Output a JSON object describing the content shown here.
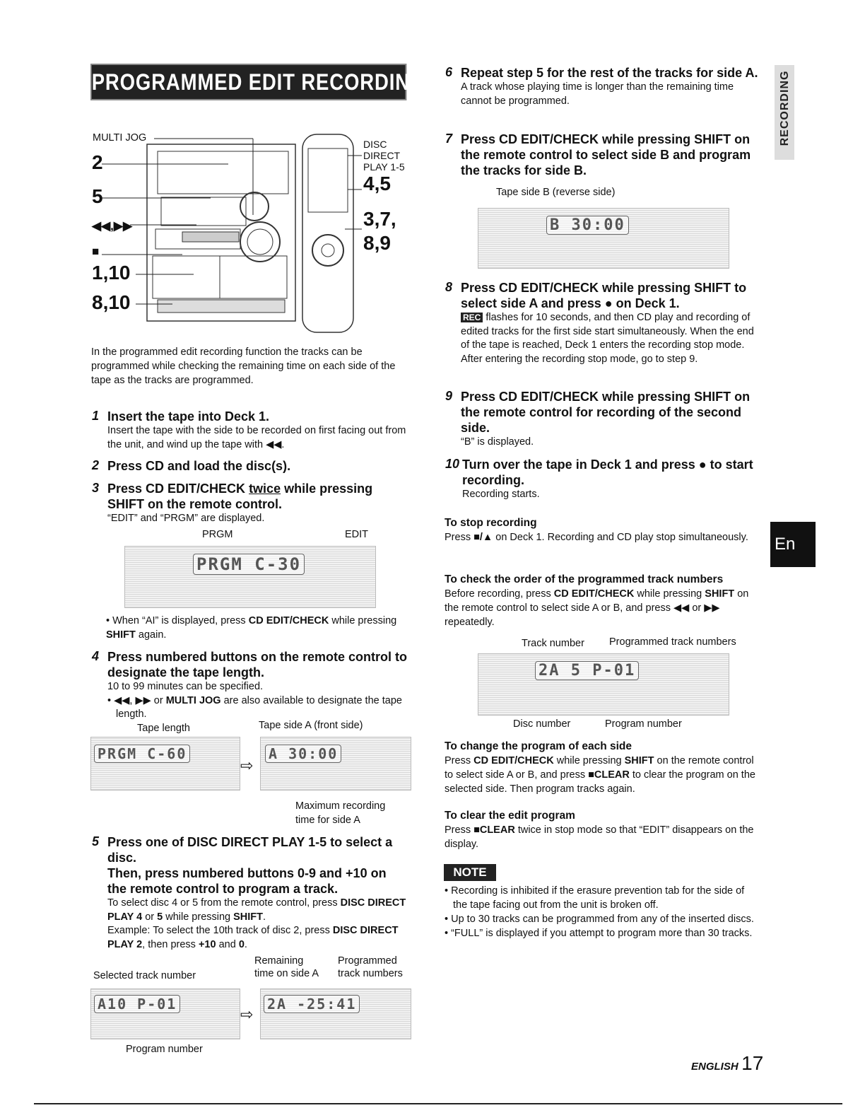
{
  "title": "PROGRAMMED EDIT RECORDING",
  "side_tab": "RECORDING",
  "lang_tab": "En",
  "footer": {
    "lang": "ENGLISH",
    "page": "17"
  },
  "figure": {
    "multi_jog": "MULTI JOG",
    "disc_direct": "DISC DIRECT PLAY 1-5",
    "left_labels": [
      "2",
      "5",
      "◀◀,▶▶",
      "■",
      "1,10",
      "8,10"
    ],
    "right_labels": [
      "4,5",
      "3,7,",
      "8,9"
    ]
  },
  "intro": "In the programmed edit recording function the tracks can be programmed while checking the remaining time on each side of the tape as the tracks are programmed.",
  "steps": {
    "s1": {
      "num": "1",
      "head": "Insert the tape into Deck 1.",
      "body": "Insert the tape with the side to be recorded on first facing out from the unit, and wind up the tape with ◀◀."
    },
    "s2": {
      "num": "2",
      "head": "Press CD and load the disc(s)."
    },
    "s3": {
      "num": "3",
      "head_a": "Press CD EDIT/CHECK ",
      "head_u": "twice",
      "head_b": " while pressing SHIFT on the remote control.",
      "body": "“EDIT” and “PRGM” are displayed.",
      "lbl_prgm": "PRGM",
      "lbl_edit": "EDIT",
      "display": "PRGM C-30",
      "bullet_a": "• When “AI” is displayed, press ",
      "bullet_b": "CD EDIT/CHECK",
      "bullet_c": " while pressing ",
      "bullet_d": "SHIFT",
      "bullet_e": " again."
    },
    "s4": {
      "num": "4",
      "head": "Press numbered buttons on the remote control to designate the tape length.",
      "body": "10 to 99 minutes can be specified.",
      "bullet_a": "• ◀◀, ▶▶ or ",
      "bullet_b": "MULTI JOG",
      "bullet_c": " are also available to designate the tape length.",
      "lbl_tape_length": "Tape length",
      "lbl_side_a": "Tape side A (front side)",
      "lbl_max_a": "Maximum recording",
      "lbl_max_b": "time for side A",
      "display1": "PRGM C-60",
      "display2": "A  30:00"
    },
    "s5": {
      "num": "5",
      "head1": "Press one of DISC DIRECT PLAY 1-5 to select a disc.",
      "head2": "Then, press numbered buttons 0-9 and +10 on the remote control to program a track.",
      "b1a": "To select disc 4 or 5 from the remote control, press ",
      "b1b": "DISC DIRECT PLAY 4",
      "b1c": " or ",
      "b1d": "5",
      "b1e": " while pressing ",
      "b1f": "SHIFT",
      "b1g": ".",
      "b2a": "Example: To select the 10th track of disc 2, press ",
      "b2b": "DISC DIRECT PLAY 2",
      "b2c": ", then press ",
      "b2d": "+10",
      "b2e": " and ",
      "b2f": "0",
      "b2g": ".",
      "lbl_selected": "Selected track number",
      "lbl_remaining_a": "Remaining",
      "lbl_remaining_b": "time on side A",
      "lbl_programmed_a": "Programmed",
      "lbl_programmed_b": "track numbers",
      "lbl_prog_num": "Program number",
      "display1": "A10 P-01",
      "display2": "2A -25:41"
    },
    "s6": {
      "num": "6",
      "head": "Repeat step 5 for the rest of the tracks for side A.",
      "body": "A track whose playing time is longer than the remaining time cannot be programmed."
    },
    "s7": {
      "num": "7",
      "head": "Press CD EDIT/CHECK while pressing SHIFT on the remote control to select side B and program the tracks for side B.",
      "lbl": "Tape side B (reverse side)",
      "display": "B  30:00"
    },
    "s8": {
      "num": "8",
      "head": "Press CD EDIT/CHECK while pressing SHIFT to select side A and press ● on Deck 1.",
      "rec": "REC",
      "body": " flashes for 10 seconds, and then CD play and recording of edited tracks for the first side start simultaneously. When the end of the tape is reached, Deck 1 enters the recording stop mode. After entering the recording stop mode, go to step 9."
    },
    "s9": {
      "num": "9",
      "head": "Press CD EDIT/CHECK while pressing SHIFT on the remote control for recording of the second side.",
      "body": "“B” is displayed."
    },
    "s10": {
      "num": "10",
      "head": "Turn over the tape in Deck 1 and press ● to start recording.",
      "body": "Recording starts."
    }
  },
  "sections": {
    "stop": {
      "head": "To stop recording",
      "a": "Press ",
      "b": "■/▲",
      "c": " on Deck 1. Recording and CD play stop simultaneously."
    },
    "check": {
      "head": "To check the order of the programmed track numbers",
      "a": "Before recording, press ",
      "b": "CD EDIT/CHECK",
      "c": " while pressing ",
      "d": "SHIFT",
      "e": " on the remote control to select side A or B, and press ◀◀ or ▶▶ repeatedly.",
      "lbl_track": "Track number",
      "lbl_prog_tracks": "Programmed track numbers",
      "lbl_disc": "Disc number",
      "lbl_prog_num": "Program number",
      "display": "2A 5 P-01"
    },
    "change": {
      "head": "To change the program of each side",
      "a": "Press ",
      "b": "CD EDIT/CHECK",
      "c": " while pressing ",
      "d": "SHIFT",
      "e": " on the remote control to select side A or B, and press ",
      "f": "■CLEAR",
      "g": " to clear the program on the selected side. Then program tracks again."
    },
    "clear": {
      "head": "To clear the edit program",
      "a": "Press ",
      "b": "■CLEAR",
      "c": " twice in stop mode so that “EDIT” disappears on the display."
    }
  },
  "note": {
    "badge": "NOTE",
    "items": [
      "• Recording is inhibited if the erasure prevention tab for the side of the tape facing out from the unit is broken off.",
      "• Up to 30 tracks can be programmed from any of the inserted discs.",
      "• “FULL” is displayed if you attempt to program more than 30 tracks."
    ]
  }
}
